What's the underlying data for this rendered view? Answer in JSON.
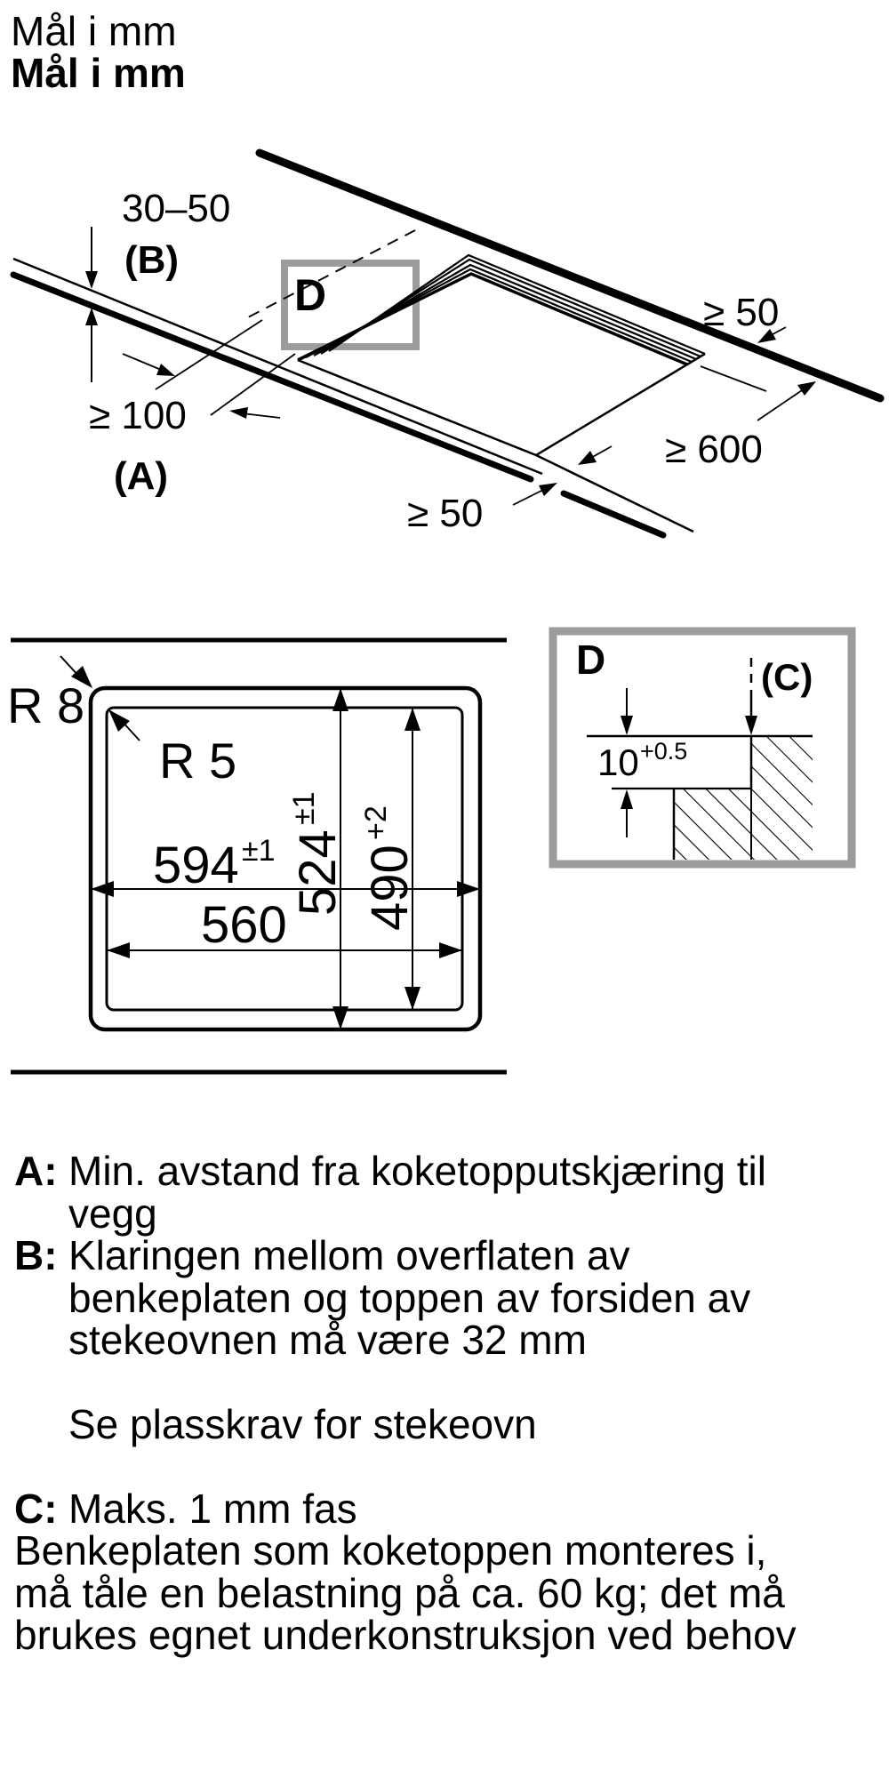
{
  "title": {
    "line1": "Mål i mm",
    "line2": "Mål i mm"
  },
  "colors": {
    "ink": "#000000",
    "detail_box_gray": "#9c9c9c",
    "background": "#ffffff"
  },
  "perspective": {
    "clearance_b": "30–50",
    "clearance_b_ref": "(B)",
    "wall_distance_a": "≥ 100",
    "wall_distance_a_ref": "(A)",
    "detail_marker": "D",
    "right_clearance": "≥ 50",
    "depth_clearance": "≥ 600",
    "bottom_clearance": "≥ 50"
  },
  "cutout": {
    "corner_radius_outer": "R 8",
    "corner_radius_inner": "R 5",
    "appliance_width": "594",
    "appliance_width_tol": "±1",
    "appliance_depth": "524",
    "appliance_depth_tol": "±1",
    "cutout_width": "560",
    "cutout_depth": "490",
    "cutout_depth_tol": "+2"
  },
  "detail": {
    "marker": "D",
    "chamfer_ref": "(C)",
    "recess_depth": "10",
    "recess_depth_tol": "+0.5"
  },
  "notes": {
    "a": {
      "key": "A:",
      "lines": [
        "Min. avstand fra koketopputskjæring til",
        "vegg"
      ]
    },
    "b": {
      "key": "B:",
      "lines": [
        "Klaringen mellom overflaten av",
        "benkeplaten og toppen av forsiden av",
        "stekeovnen må være 32 mm"
      ]
    },
    "see": {
      "lines": [
        "Se plasskrav for stekeovn"
      ]
    },
    "c": {
      "key": "C:",
      "lines": [
        "Maks. 1 mm fas"
      ]
    },
    "load": {
      "lines": [
        "Benkeplaten som koketoppen monteres i,",
        "må tåle en belastning på ca. 60 kg; det må",
        "brukes egnet underkonstruksjon ved behov"
      ]
    }
  }
}
